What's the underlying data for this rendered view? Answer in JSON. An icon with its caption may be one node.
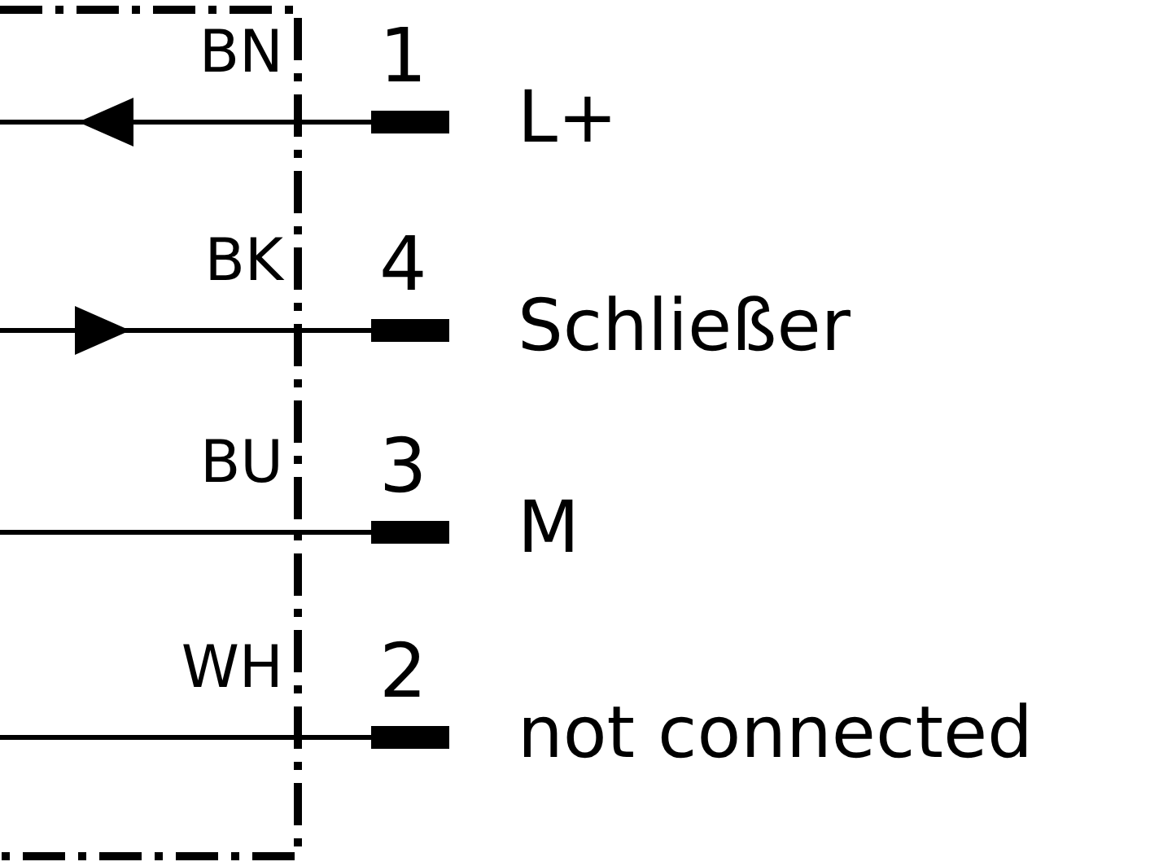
{
  "diagram": {
    "labels": [
      "BN",
      "1",
      "L+",
      "BK",
      "4",
      "Schließer",
      "BU",
      "3",
      "M",
      "WH",
      "2",
      "not connected"
    ]
  }
}
